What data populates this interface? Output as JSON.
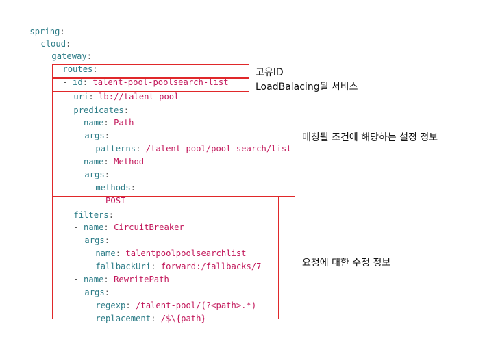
{
  "yaml": {
    "spring": "spring",
    "cloud": "cloud",
    "gateway": "gateway",
    "routes": "routes",
    "dash": "-",
    "colon": ":",
    "id_key": "id",
    "id_value": "talent-pool-poolsearch-list",
    "uri_key": "uri",
    "uri_value": "lb://talent-pool",
    "predicates": "predicates",
    "name_key": "name",
    "args": "args",
    "path_name": "Path",
    "patterns_key": "patterns",
    "patterns_value": "/talent-pool/pool_search/list",
    "method_name": "Method",
    "methods_key": "methods",
    "methods_value": "POST",
    "filters": "filters",
    "cb_name": "CircuitBreaker",
    "cb_arg_name_value": "talentpoolpoolsearchlist",
    "fallback_key": "fallbackUri",
    "fallback_value": "forward:/fallbacks/7",
    "rewrite_name": "RewritePath",
    "regexp_key": "regexp",
    "regexp_value": "/talent-pool/(?<path>.*)",
    "replacement_key": "replacement",
    "replacement_value": "/$\\{path}"
  },
  "annotations": {
    "id": "고유ID",
    "uri": "LoadBalacing될 서비스",
    "predicates": "매칭될 조건에 해당하는 설정 정보",
    "filters": "요청에 대한 수정 정보"
  },
  "colors": {
    "key": "#2e7d88",
    "value": "#c2185b",
    "box": "#e0282a"
  }
}
